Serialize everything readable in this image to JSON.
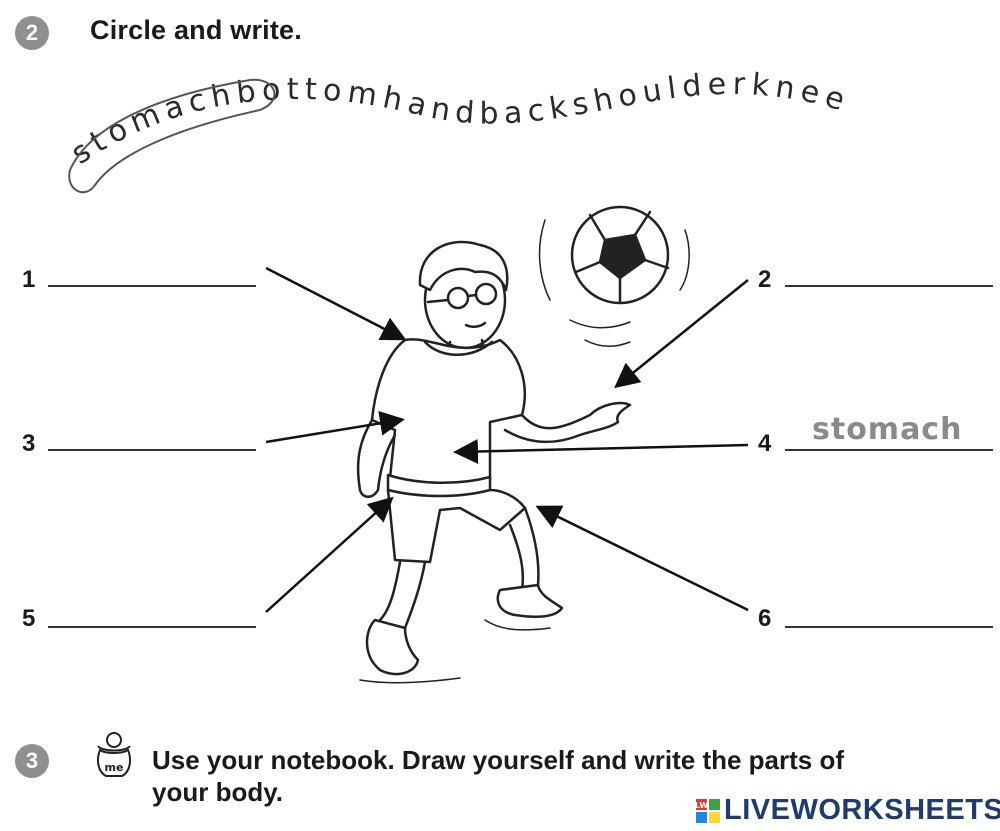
{
  "exercise2": {
    "number": "2",
    "instruction": "Circle and write.",
    "word_snake": "stomachbottomhandbackshoulderknee",
    "circled_word": "stomach"
  },
  "labels": [
    {
      "number": "1",
      "answer": ""
    },
    {
      "number": "2",
      "answer": ""
    },
    {
      "number": "3",
      "answer": ""
    },
    {
      "number": "4",
      "answer": "stomach"
    },
    {
      "number": "5",
      "answer": ""
    },
    {
      "number": "6",
      "answer": ""
    }
  ],
  "exercise3": {
    "number": "3",
    "icon": "me-icon",
    "icon_text": "me",
    "instruction_line1": "Use your notebook. Draw yourself and write the parts of",
    "instruction_line2": "your body."
  },
  "brand": {
    "logo_letters": "LW",
    "name": "LIVEWORKSHEETS"
  }
}
